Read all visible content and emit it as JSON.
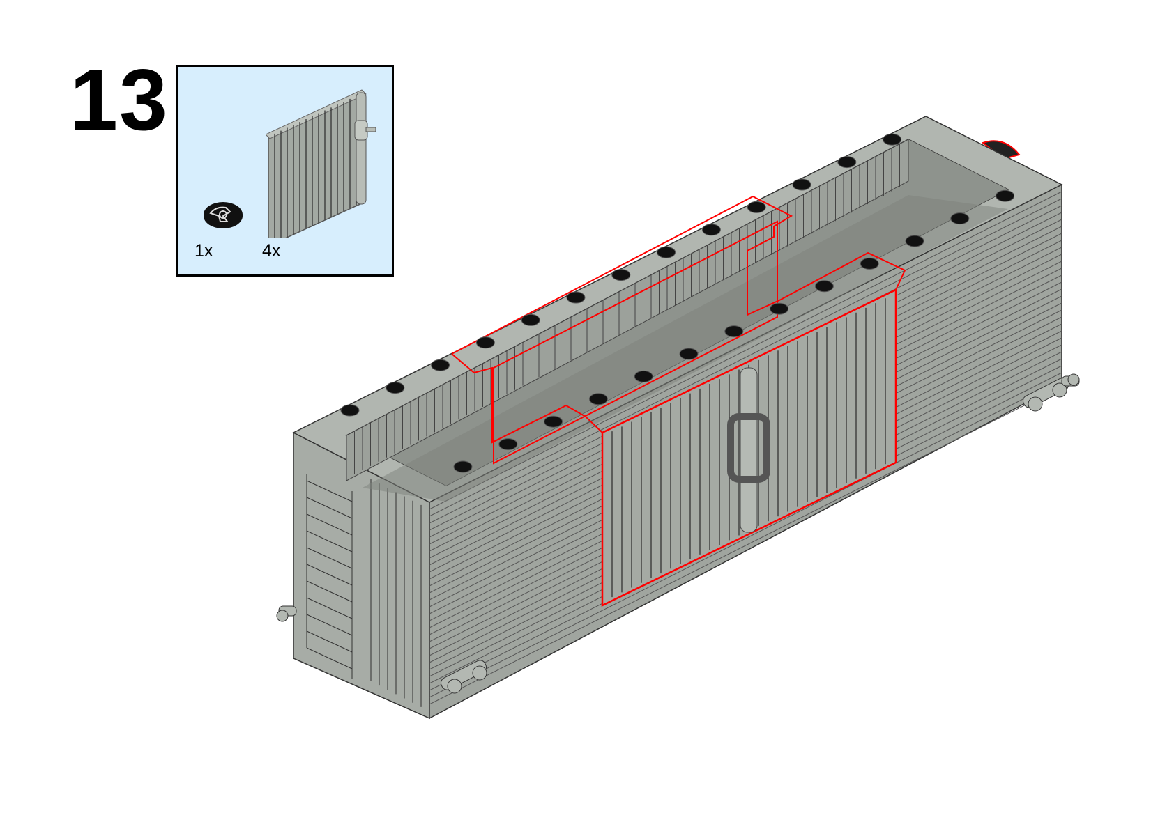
{
  "step": {
    "number": "13"
  },
  "parts_list": {
    "items": [
      {
        "quantity": "1x",
        "icon": "steering-wheel-part-icon",
        "color": "#111111"
      },
      {
        "quantity": "4x",
        "icon": "sliding-door-panel-part-icon",
        "color": "#a3a9a3"
      }
    ]
  },
  "model": {
    "icon": "boxcar-model-illustration",
    "body_color": "#a0a59f",
    "highlight_color": "#ff0000",
    "stud_color": "#111111"
  }
}
